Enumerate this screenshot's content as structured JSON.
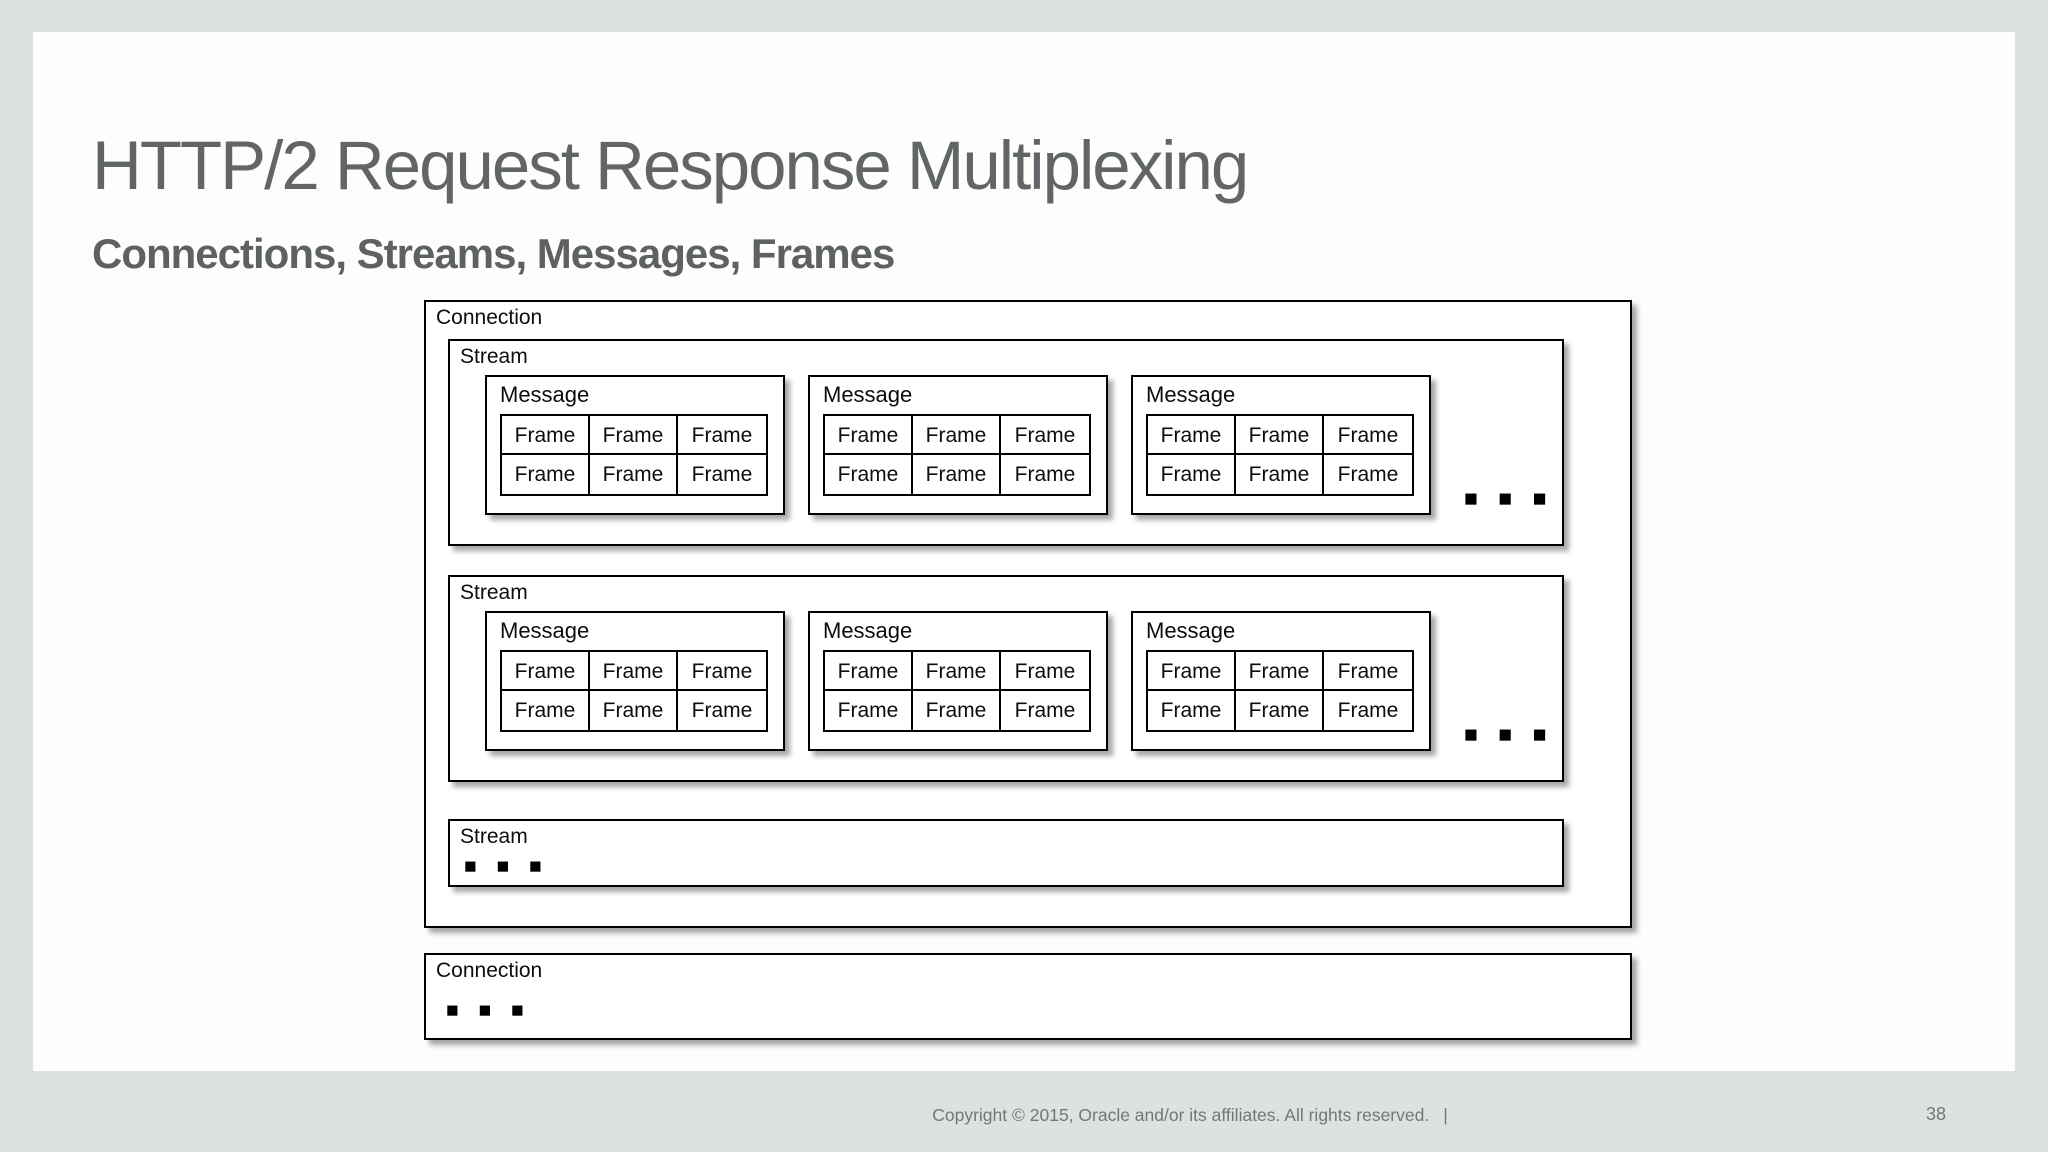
{
  "slide": {
    "title": "HTTP/2 Request Response Multiplexing",
    "subtitle": "Connections, Streams, Messages, Frames"
  },
  "diagram": {
    "labels": {
      "connection": "Connection",
      "stream": "Stream",
      "message": "Message",
      "frame": "Frame"
    },
    "ellipsis": "■ ■ ■",
    "structure": {
      "connections_shown": 2,
      "streams_in_first_connection": 3,
      "messages_per_full_stream": 3,
      "frames_per_message": 6,
      "frame_grid": "3 columns × 2 rows",
      "truncation": "third stream, third connection and trailing items shown as ellipsis squares"
    }
  },
  "footer": {
    "copyright": "Copyright © 2015, Oracle and/or its affiliates. All rights reserved.",
    "separator": "|",
    "page_number": "38"
  },
  "colors": {
    "page_background": "#dde1df",
    "slide_background": "#fdfdfc",
    "title_text": "#616568",
    "subtitle_text": "#5d6164",
    "diagram_border": "#000000",
    "diagram_text": "#0d0d0d",
    "footer_text": "#737779"
  }
}
